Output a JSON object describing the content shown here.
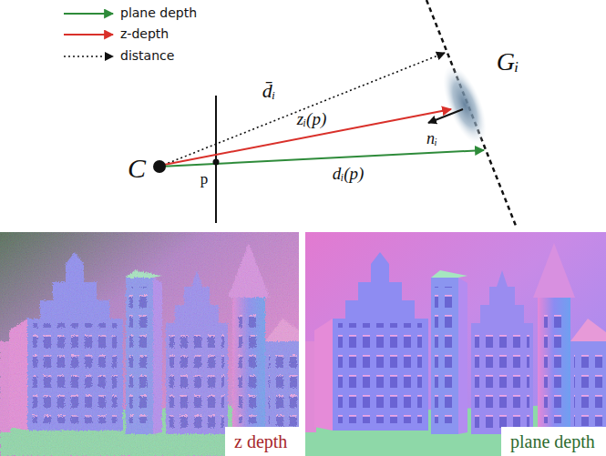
{
  "diagram": {
    "nodes": [
      {
        "text": [
          "z depth"
        ]
      },
      {
        "text": [
          "plane depth"
        ]
      }
    ],
    "labels": [
      "d̄ᵢ",
      "Gᵢ",
      "zᵢ(p)",
      "nᵢ",
      "C",
      "p",
      "dᵢ(p)"
    ],
    "legend": [
      {
        "text": "plane depth"
      },
      {
        "text": "z-depth"
      },
      {
        "text": "distance"
      }
    ]
  }
}
